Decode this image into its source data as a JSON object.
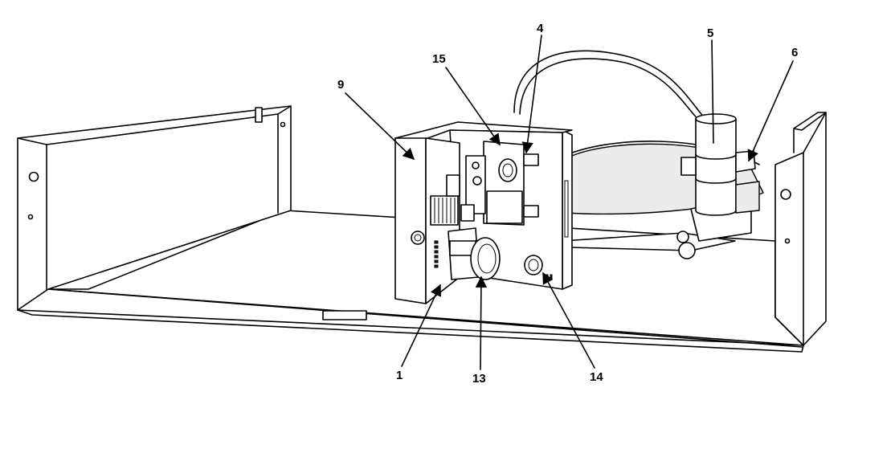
{
  "diagram": {
    "callouts": [
      {
        "id": "c1",
        "label": "1"
      },
      {
        "id": "c4",
        "label": "4"
      },
      {
        "id": "c5",
        "label": "5"
      },
      {
        "id": "c6",
        "label": "6"
      },
      {
        "id": "c9",
        "label": "9"
      },
      {
        "id": "c13",
        "label": "13"
      },
      {
        "id": "c14",
        "label": "14"
      },
      {
        "id": "c15",
        "label": "15"
      }
    ],
    "colors": {
      "line": "#000000",
      "background": "#ffffff",
      "shade": "#ececec"
    }
  }
}
